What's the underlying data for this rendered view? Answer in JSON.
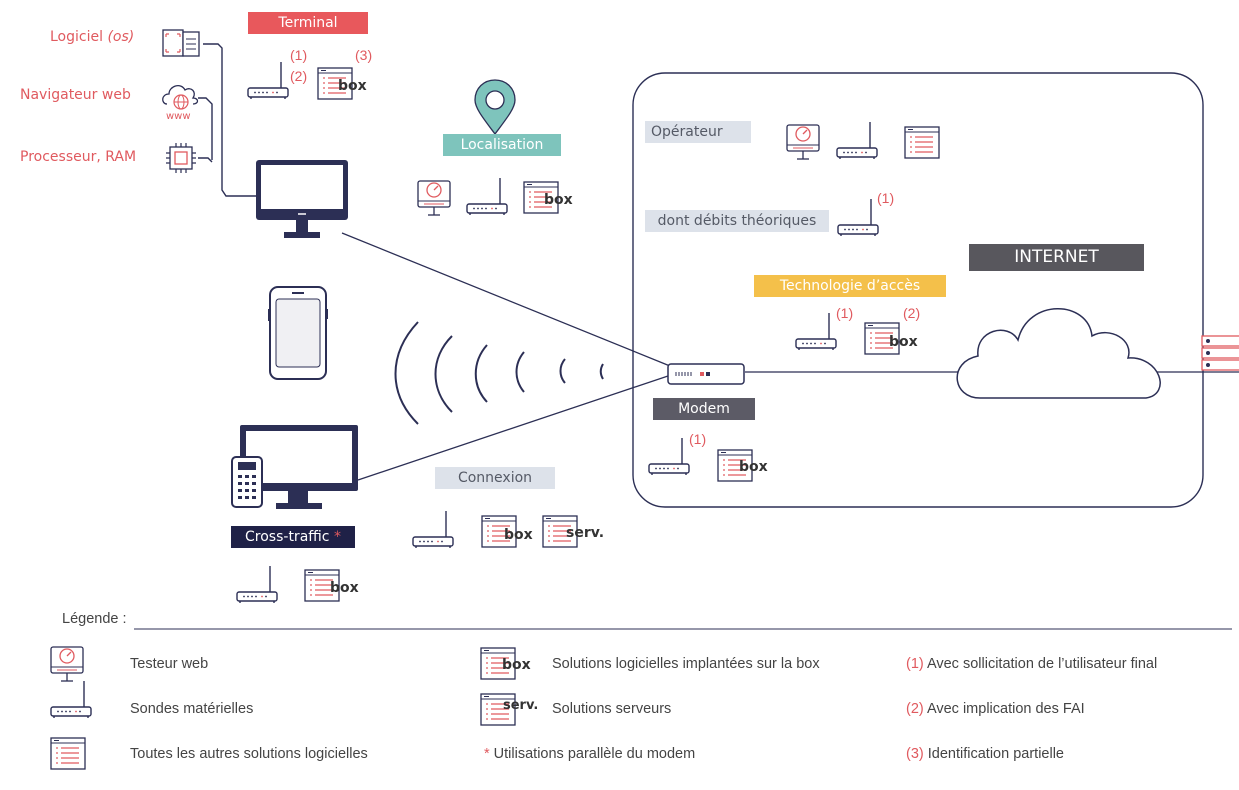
{
  "labels": {
    "logiciel": "Logiciel ",
    "logiciel_os": "(os)",
    "navigateur": "Navigateur web",
    "www": "www",
    "processeur": "Processeur, RAM",
    "terminal": "Terminal",
    "localisation": "Localisation",
    "operateur": "Opérateur",
    "debits": "dont débits théoriques",
    "internet": "INTERNET",
    "technologie": "Technologie d’accès",
    "modem": "Modem",
    "connexion": "Connexion",
    "cross_traffic": "Cross-traffic",
    "asterisk": "*",
    "box_word": "box",
    "serv_word": "serv."
  },
  "markers": {
    "one": "(1)",
    "two": "(2)",
    "three": "(3)"
  },
  "legend": {
    "title": "Légende :",
    "testeur_web": "Testeur web",
    "sondes": "Sondes matérielles",
    "autres": "Toutes les autres solutions logicielles",
    "box_solutions": "Solutions logicielles implantées sur la box",
    "serveurs": "Solutions serveurs",
    "parallele_star": "*",
    "parallele": " Utilisations parallèle du modem",
    "m1_num": "(1)",
    "m1": " Avec sollicitation de l’utilisateur final",
    "m2_num": "(2)",
    "m2": " Avec implication des FAI",
    "m3_num": "(3)",
    "m3": " Identification partielle"
  },
  "colors": {
    "accent_red": "#e05a5f",
    "terminal_tag": "#e8585c",
    "localisation_tag": "#7ec4bc",
    "technologie_tag": "#f4c04a",
    "internet_tag": "#58575d",
    "modem_tag": "#5c5b66",
    "cross_tag": "#1f2147",
    "line_dark": "#2c2f55",
    "tag_gray": "#dde2ea"
  },
  "icons": [
    "document-icon",
    "cloud-globe-icon",
    "chip-icon",
    "monitor-icon",
    "phone-icon",
    "wifi-waves-icon",
    "modem-icon",
    "router-icon",
    "software-window-icon",
    "web-tester-icon",
    "location-pin-icon",
    "cloud-icon",
    "server-icon",
    "tv-remote-icon"
  ]
}
